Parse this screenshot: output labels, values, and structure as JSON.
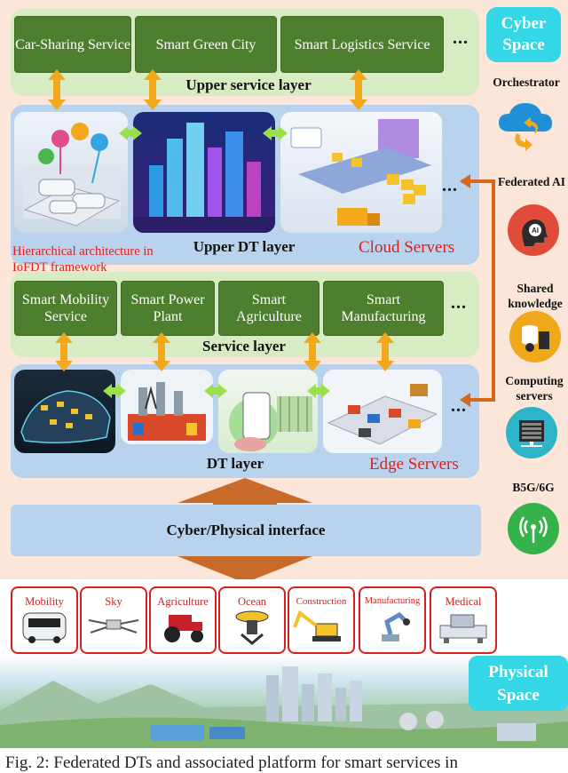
{
  "cyber_space_label": "Cyber Space",
  "upper_service_layer": {
    "label": "Upper service layer",
    "services": [
      "Car-Sharing Service",
      "Smart Green City",
      "Smart Logistics Service"
    ],
    "ellipsis": "..."
  },
  "upper_dt_layer": {
    "label": "Upper DT layer",
    "servers_label": "Cloud Servers",
    "ellipsis": "..."
  },
  "hierarchy_note": "Hierarchical architecture in IoFDT framework",
  "service_layer": {
    "label": "Service layer",
    "services": [
      "Smart Mobility Service",
      "Smart Power Plant",
      "Smart Agriculture",
      "Smart Manufacturing"
    ],
    "ellipsis": "..."
  },
  "dt_layer": {
    "label": "DT layer",
    "servers_label": "Edge Servers",
    "ellipsis": "..."
  },
  "interface_label": "Cyber/Physical interface",
  "sidebar": {
    "items": [
      {
        "label": "Orchestrator",
        "icon": "cloud-sync-icon",
        "color": "#1f8fd6"
      },
      {
        "label": "Federated AI",
        "icon": "ai-head-icon",
        "color": "#e04b3a"
      },
      {
        "label": "Shared knowledge",
        "icon": "database-gear-icon",
        "color": "#f0a81b"
      },
      {
        "label": "Computing servers",
        "icon": "server-icon",
        "color": "#2db4c8"
      },
      {
        "label": "B5G/6G",
        "icon": "wireless-icon",
        "color": "#35b34a"
      }
    ]
  },
  "physical": {
    "label": "Physical Space",
    "domains": [
      "Mobility",
      "Sky",
      "Agriculture",
      "Ocean",
      "Construction",
      "Manufacturing",
      "Medical"
    ]
  },
  "caption": "Fig. 2: Federated DTs and associated platform for smart services in"
}
